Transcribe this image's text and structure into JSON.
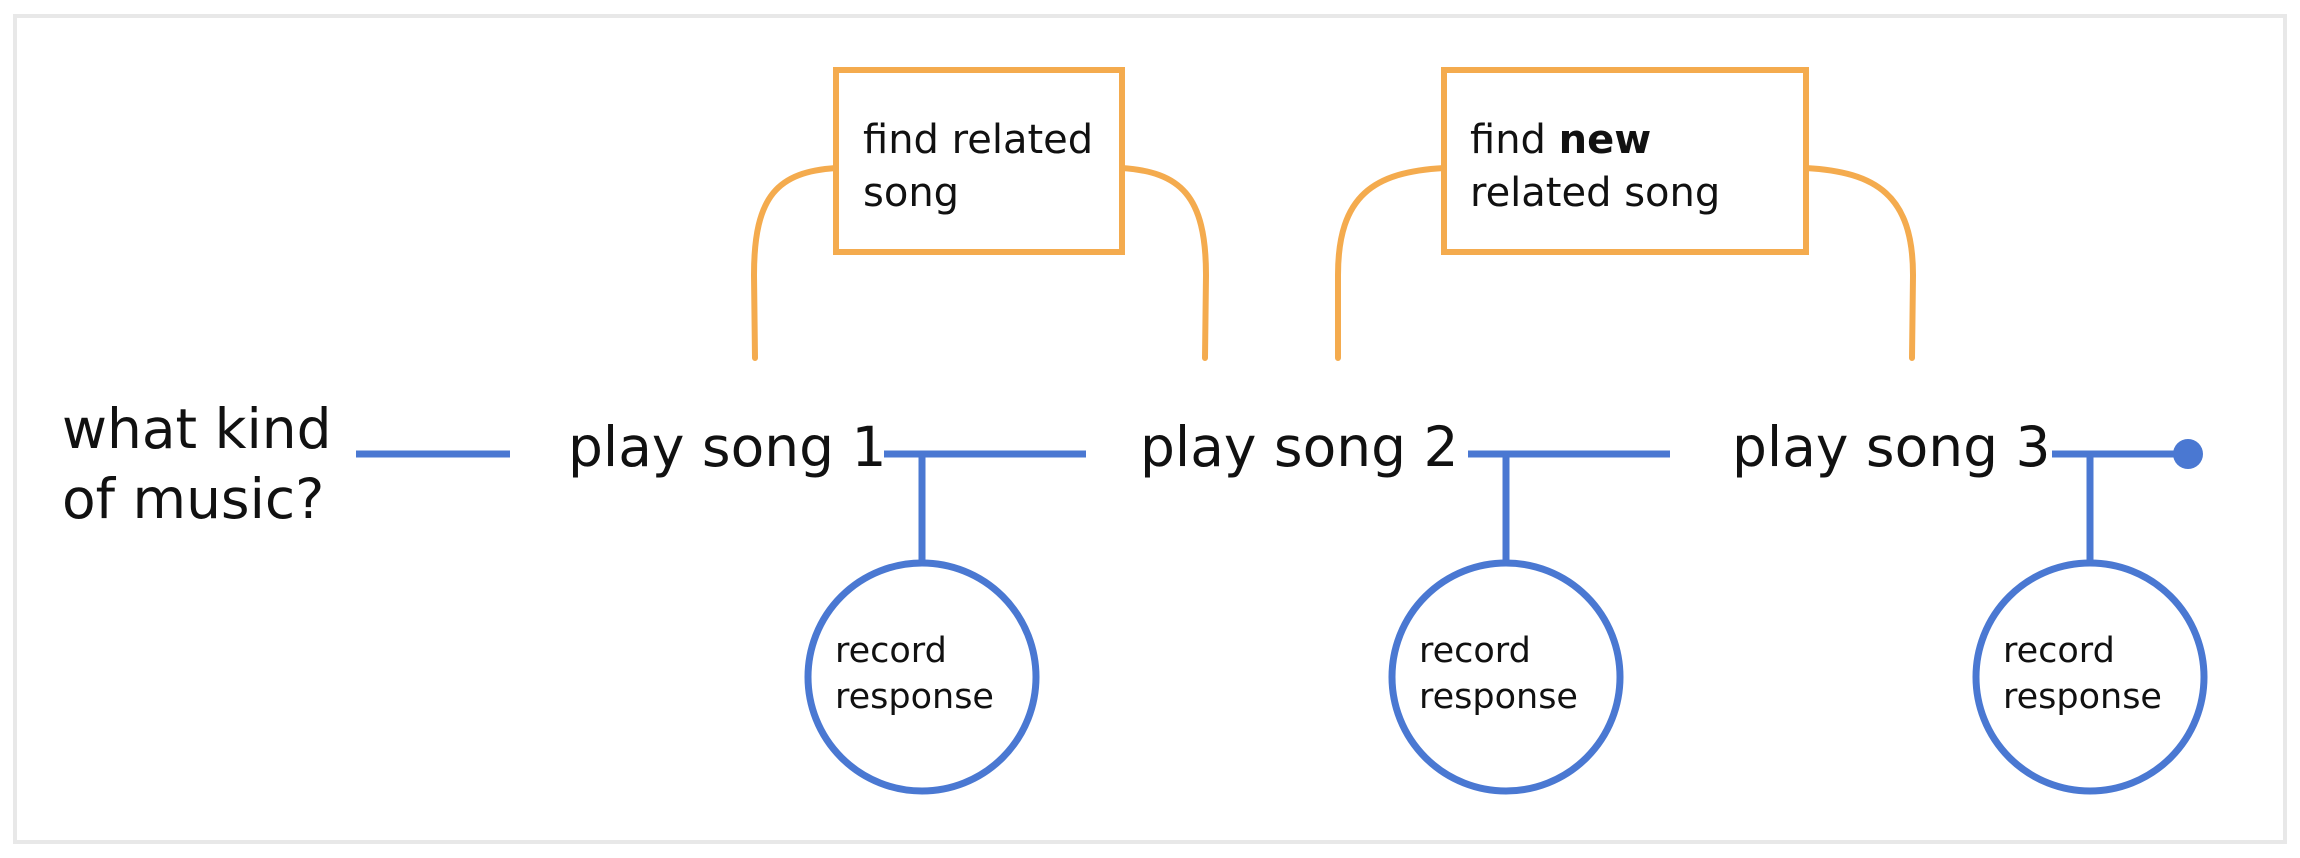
{
  "colors": {
    "flow": "#4a78d2",
    "helper": "#f4ab4e",
    "frame": "#e8e8e8",
    "text": "#111111"
  },
  "start": {
    "line1": "what kind",
    "line2": "of music?"
  },
  "steps": [
    {
      "label": "play song 1"
    },
    {
      "label": "play song 2"
    },
    {
      "label": "play song 3"
    }
  ],
  "record": {
    "line1": "record",
    "line2": "response"
  },
  "helpers": [
    {
      "line1": "find related",
      "line2": "song"
    },
    {
      "line1_plain": "find ",
      "line1_bold": "new",
      "line2": "related song"
    }
  ]
}
